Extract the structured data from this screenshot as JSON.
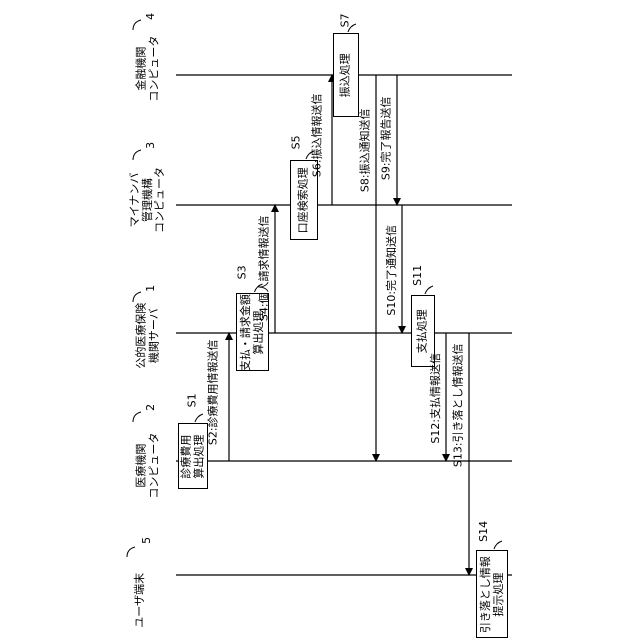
{
  "entities": [
    {
      "id": "user",
      "name": "ユーザ端末",
      "ref": "5"
    },
    {
      "id": "medical",
      "name": "医療機関\nコンピュータ",
      "ref": "2"
    },
    {
      "id": "insurer",
      "name": "公的医療保険\n機関サーバ",
      "ref": "1"
    },
    {
      "id": "mynumber",
      "name": "マイナンバ\n管理機構\nコンピュータ",
      "ref": "3"
    },
    {
      "id": "bank",
      "name": "金融機関\nコンピュータ",
      "ref": "4"
    }
  ],
  "processes": [
    {
      "id": "S1",
      "label": "診療費用\n算出処理"
    },
    {
      "id": "S3",
      "label": "支払・請求金額\n算出処理"
    },
    {
      "id": "S5",
      "label": "口座検索処理"
    },
    {
      "id": "S7",
      "label": "振込処理"
    },
    {
      "id": "S11",
      "label": "支払処理"
    },
    {
      "id": "S14",
      "label": "引き落とし情報\n提示処理"
    }
  ],
  "messages": [
    {
      "id": "S2",
      "label": "S2:診療費用情報送信"
    },
    {
      "id": "S4",
      "label": "S4:個人請求情報送信"
    },
    {
      "id": "S6",
      "label": "S6:振込情報送信"
    },
    {
      "id": "S8",
      "label": "S8:振込通知送信"
    },
    {
      "id": "S9",
      "label": "S9:完了報告送信"
    },
    {
      "id": "S10",
      "label": "S10:完了通知送信"
    },
    {
      "id": "S12",
      "label": "S12:支払情報送信"
    },
    {
      "id": "S13",
      "label": "S13:引き落とし情報送信"
    }
  ]
}
